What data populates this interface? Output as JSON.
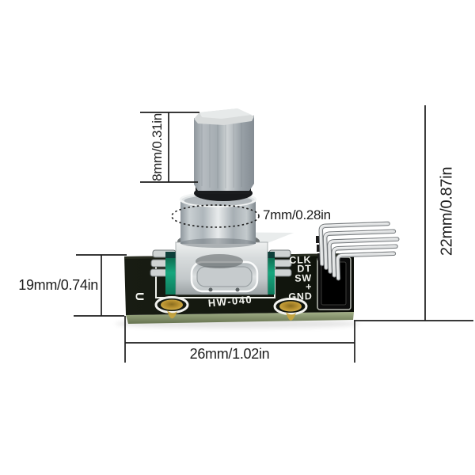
{
  "annotations": {
    "shaft_height": "8mm/0.31in",
    "shaft_diameter": "7mm/0.28in",
    "module_height": "22mm/0.87in",
    "board_depth": "19mm/0.74in",
    "board_width": "26mm/1.02in"
  },
  "board": {
    "model_label": "HW-040",
    "logo": "U",
    "pin_labels": [
      "CLK",
      "DT",
      "SW",
      "+",
      "GND"
    ]
  },
  "colors": {
    "annotation": "#1c1c1c",
    "background": "#ffffff",
    "silkscreen": "#f4f5f0",
    "pcb_face": "#13170f",
    "pcb_edge": "#8e9a77",
    "encoder_green": "#16a57d",
    "metal_light": "#e6e9ea",
    "metal_mid": "#a9b1b6",
    "gold_pad": "#b8912f",
    "pin_silver": "#dfe1e2",
    "header_black": "#0c0c0c"
  }
}
